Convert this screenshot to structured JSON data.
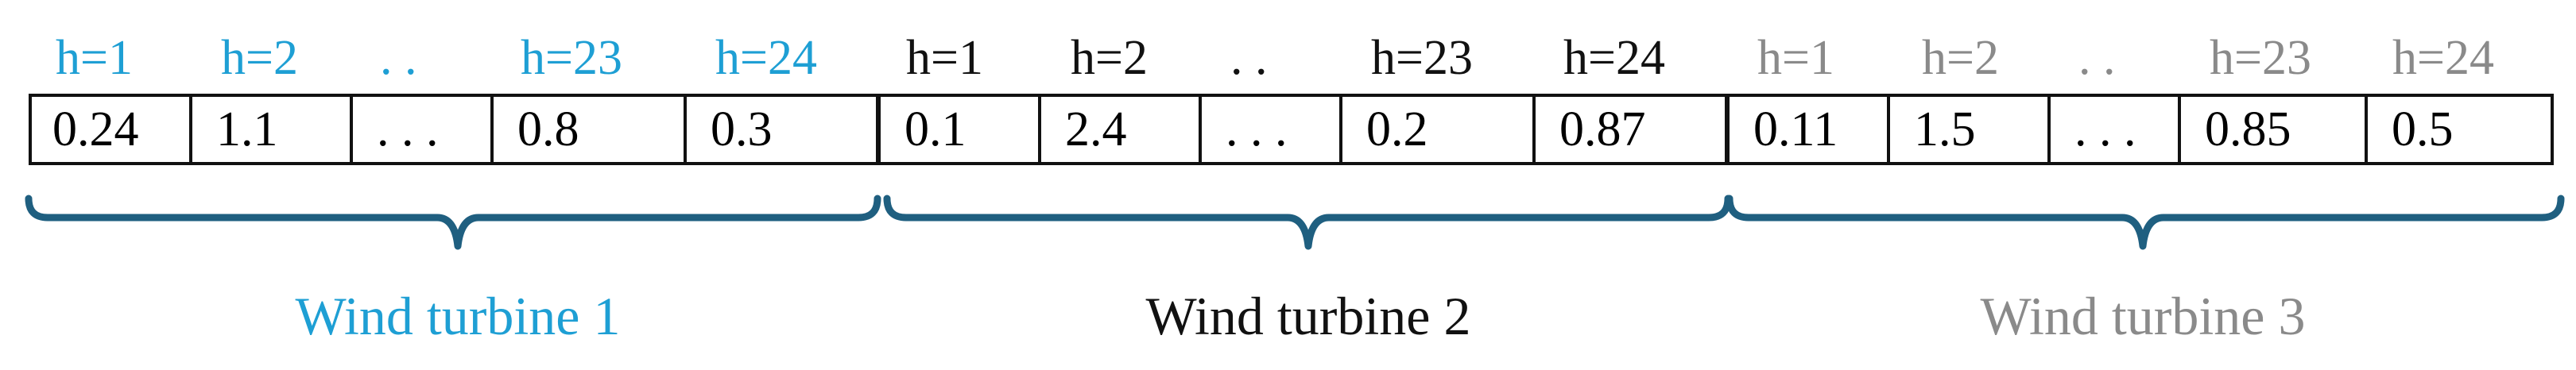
{
  "colors": {
    "turbine1": "#1e9fd4",
    "turbine2": "#111111",
    "turbine3": "#8a8a8a",
    "brace": "#1f5f80"
  },
  "turbines": [
    {
      "label": "Wind turbine 1",
      "headers": [
        "h=1",
        "h=2",
        ". .",
        "h=23",
        "h=24"
      ],
      "values": [
        "0.24",
        "1.1",
        ". . .",
        "0.8",
        "0.3"
      ]
    },
    {
      "label": "Wind turbine 2",
      "headers": [
        "h=1",
        "h=2",
        ". .",
        "h=23",
        "h=24"
      ],
      "values": [
        "0.1",
        "2.4",
        ". . .",
        "0.2",
        "0.87"
      ]
    },
    {
      "label": "Wind turbine 3",
      "headers": [
        "h=1",
        "h=2",
        ". .",
        "h=23",
        "h=24"
      ],
      "values": [
        "0.11",
        "1.5",
        ". . .",
        "0.85",
        "0.5"
      ]
    }
  ]
}
